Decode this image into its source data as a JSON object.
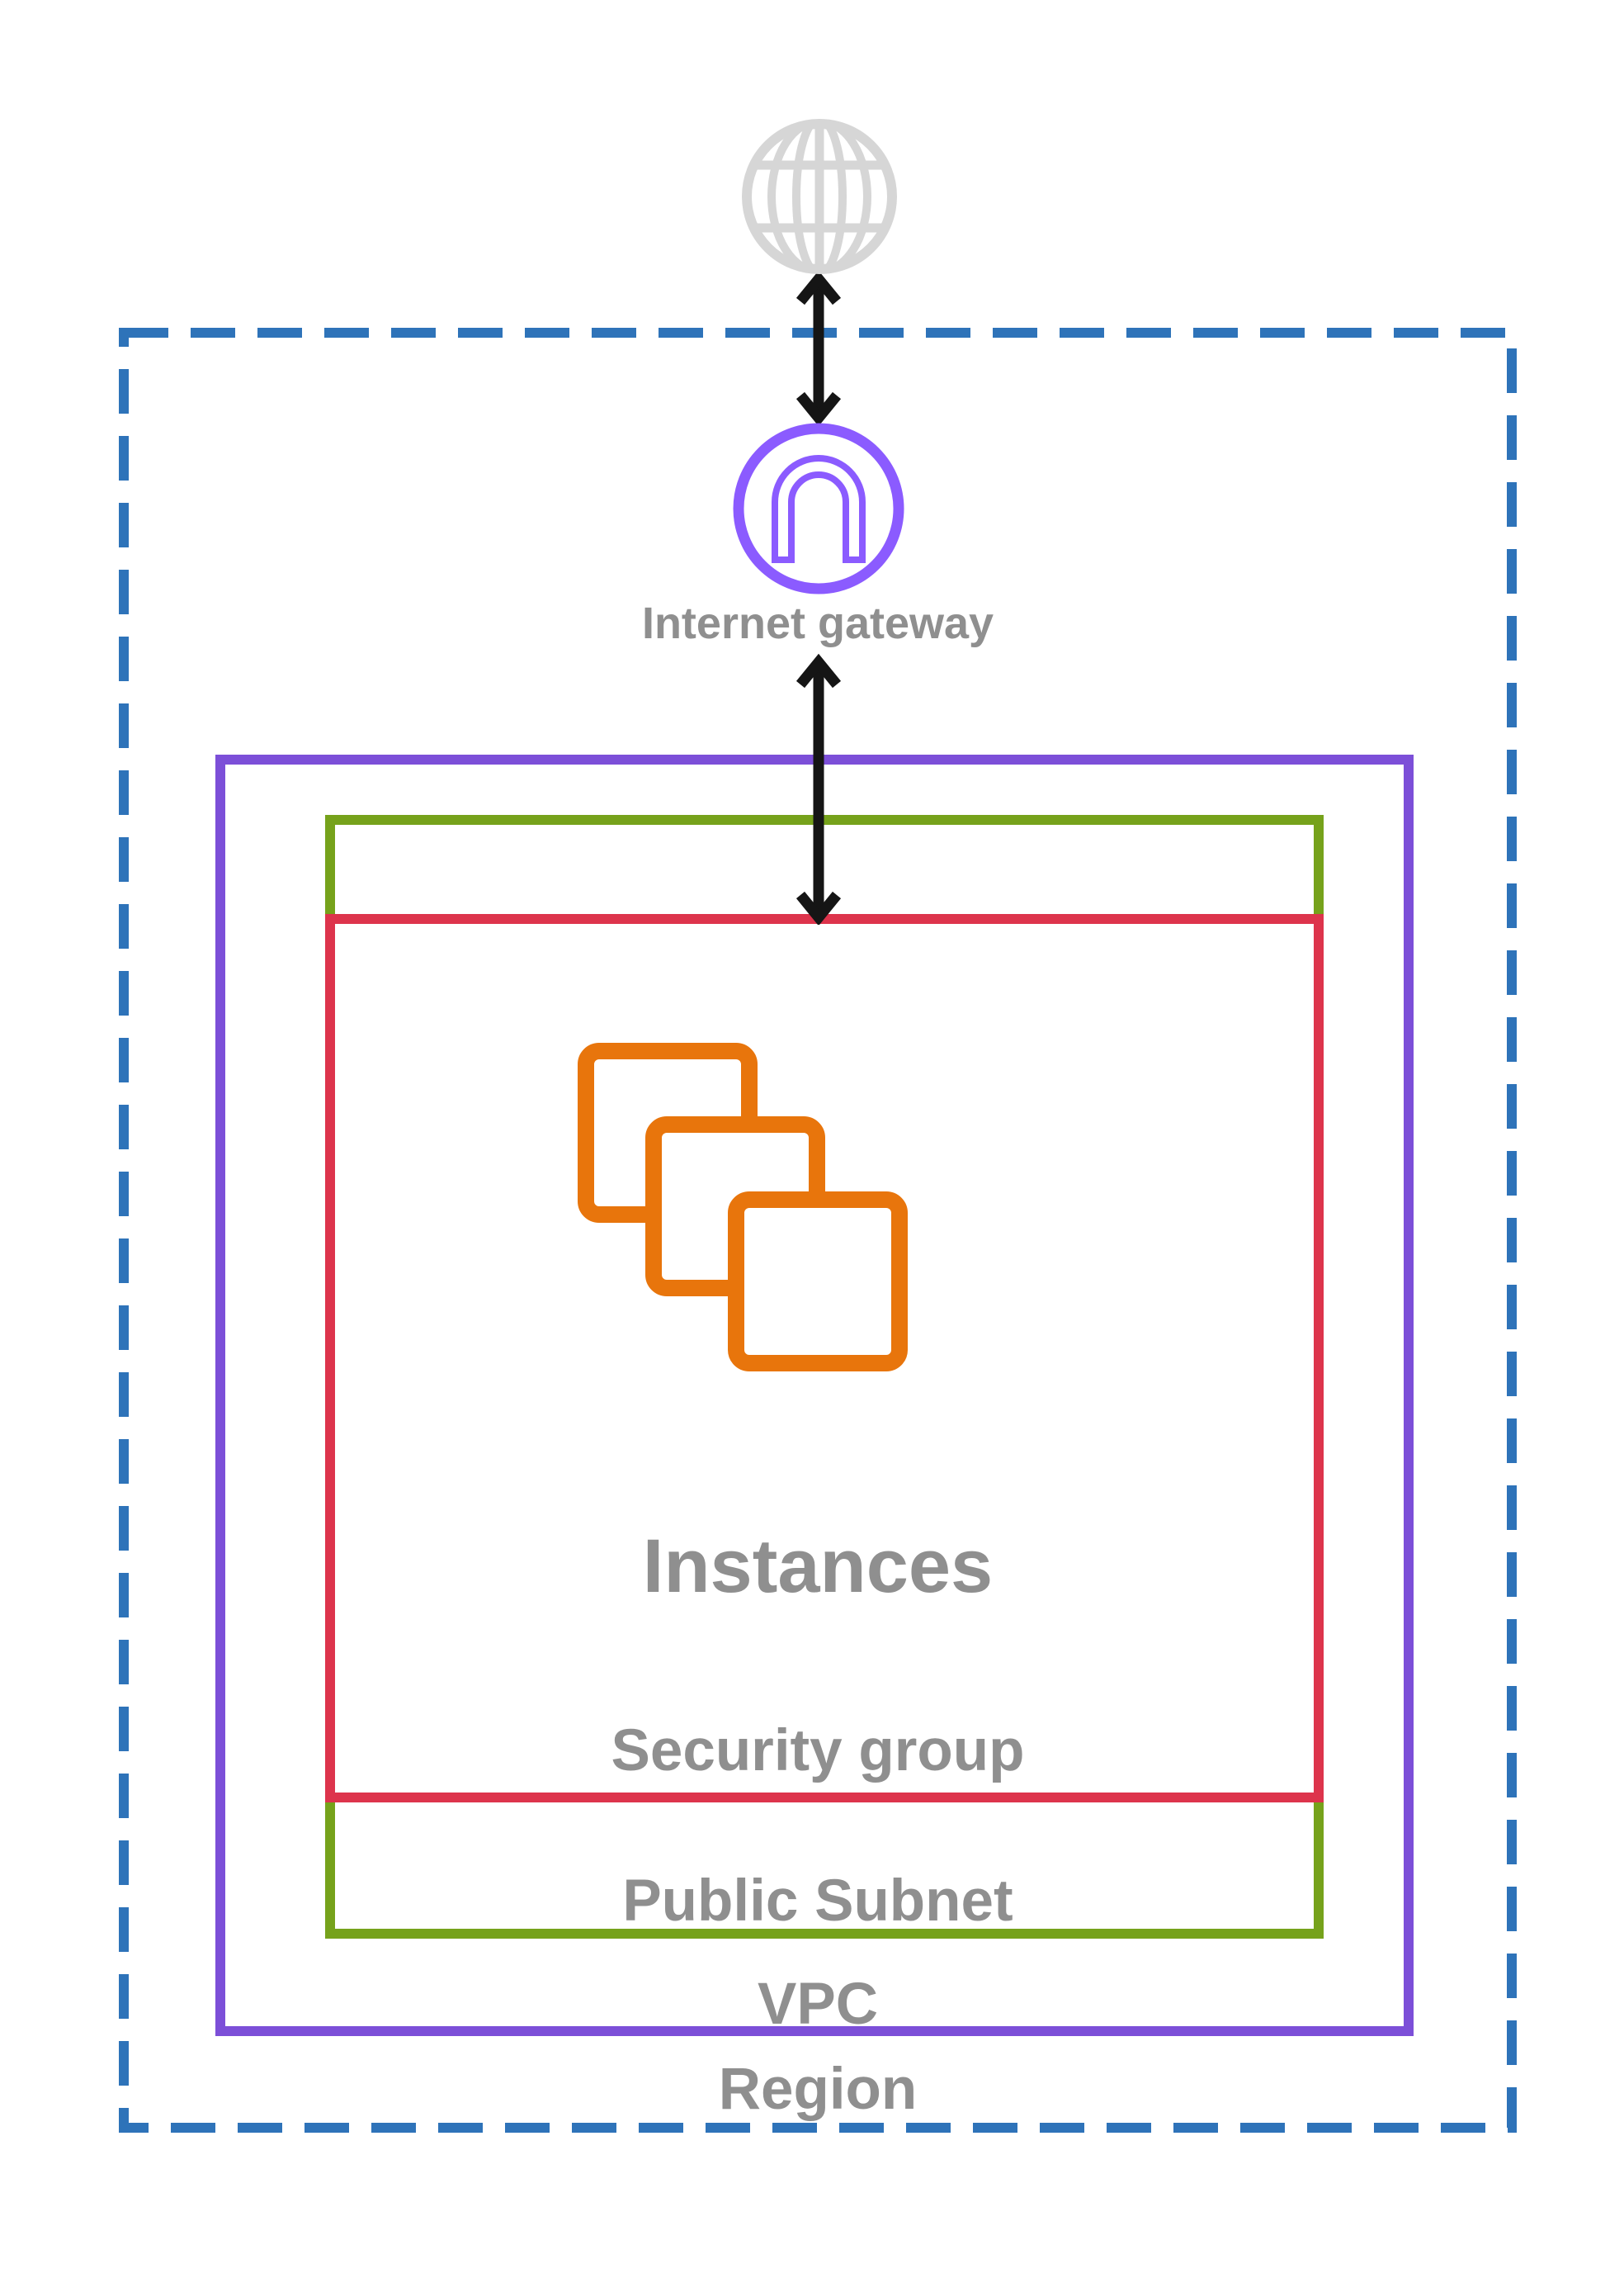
{
  "diagram": {
    "internet": {
      "icon": "globe-icon"
    },
    "internet_gateway": {
      "icon": "gateway-arch-icon",
      "label": "Internet gateway"
    },
    "instances": {
      "icon": "stacked-squares-icon",
      "label": "Instances"
    },
    "containers": {
      "security_group": {
        "label": "Security group",
        "border_style": "solid"
      },
      "public_subnet": {
        "label": "Public Subnet",
        "border_style": "solid"
      },
      "vpc": {
        "label": "VPC",
        "border_style": "solid"
      },
      "region": {
        "label": "Region",
        "border_style": "dashed"
      }
    },
    "connections": [
      {
        "from": "internet",
        "to": "internet_gateway",
        "bidirectional": true
      },
      {
        "from": "internet_gateway",
        "to": "security_group",
        "bidirectional": true
      }
    ],
    "colors": {
      "region_border": "#2E73B9",
      "vpc_border": "#7C4FD8",
      "subnet_border": "#76A21B",
      "security_group_border": "#DD344C",
      "instances_icon": "#E8750C",
      "igw_icon": "#8B5BFF",
      "globe_icon": "#D6D6D6",
      "label_text": "#8F8F8F",
      "arrow": "#151515"
    }
  }
}
